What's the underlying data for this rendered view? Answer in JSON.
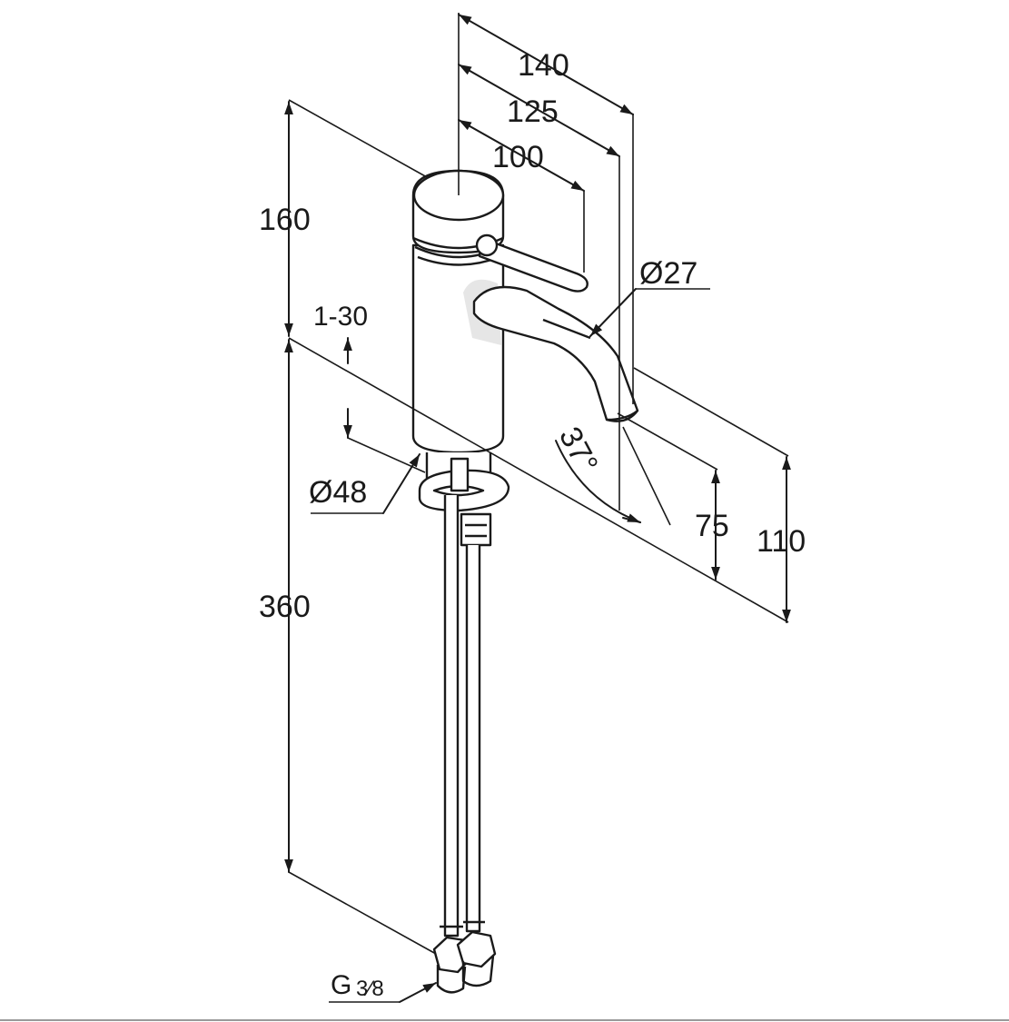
{
  "diagram": {
    "labels": {
      "top_140": "140",
      "top_125": "125",
      "top_100": "100",
      "height_160": "160",
      "range_1_30": "1-30",
      "dia_27": "Ø27",
      "dia_48": "Ø48",
      "angle_37": "37°",
      "height_75": "75",
      "height_110": "110",
      "hose_360": "360",
      "thread_g": "G",
      "thread_frac": "3⁄8"
    },
    "colors": {
      "line": "#1a1a1a",
      "shade": "#e6e6e6",
      "background": "#ffffff"
    }
  }
}
